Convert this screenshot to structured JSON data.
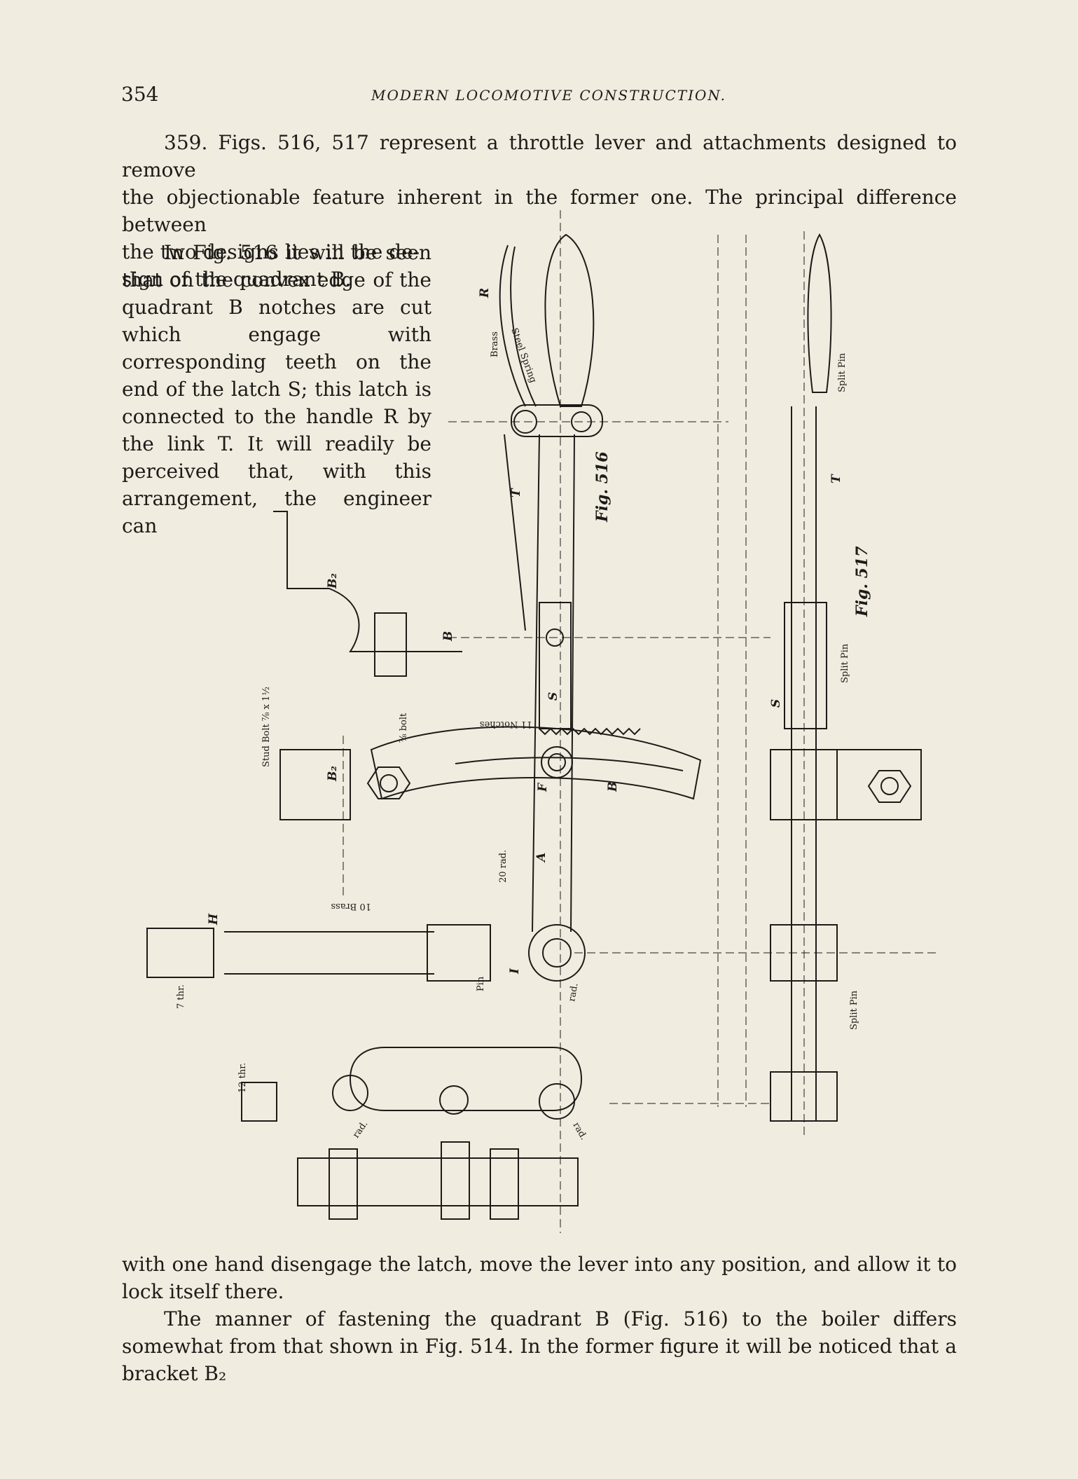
{
  "header": {
    "page_number": "354",
    "running_title": "MODERN LOCOMOTIVE CONSTRUCTION."
  },
  "text": {
    "para1_line1": "359. Figs. 516, 517 represent a throttle lever and attachments designed to remove",
    "para1_line2": "the objectionable feature inherent in the former one. The principal difference between",
    "para1_line3": "the two designs lies in the de-",
    "para1_line4": "sign of the quadrant B.",
    "para2": "In Fig. 516 it will be seen that on the convex edge of the quadrant B notches are cut which engage with corresponding teeth on the end of the latch S; this latch is connected to the handle R by the link T. It will readily be perceived that, with this arrangement, the engineer can",
    "para3": "with one hand disengage the latch, move the lever into any position, and allow it to lock itself there.",
    "para4": "The manner of fastening the quadrant B (Fig. 516) to the boiler differs somewhat from that shown in Fig. 514. In the former figure it will be noticed that a bracket B₂"
  },
  "figure": {
    "fig516_label": "Fig. 516",
    "fig517_label": "Fig. 517",
    "part_labels": {
      "R": "R",
      "T": "T",
      "S": "S",
      "B": "B",
      "B2": "B₂",
      "F": "F",
      "A": "A",
      "H": "H",
      "I": "I"
    },
    "annotations": {
      "brass": "Brass",
      "steel_spring": "Steel Spring",
      "split_pin": "Split Pin",
      "stud_bolt": "Stud Bolt ⅞ x 1½",
      "bolt": "⅞ bolt",
      "notches": "11 Notches",
      "rad_20": "20 rad.",
      "brass_10": "10 Brass",
      "thr_7": "7 thr.",
      "thr_12": "12 thr.",
      "pin": "Pin",
      "rad": "rad."
    }
  }
}
